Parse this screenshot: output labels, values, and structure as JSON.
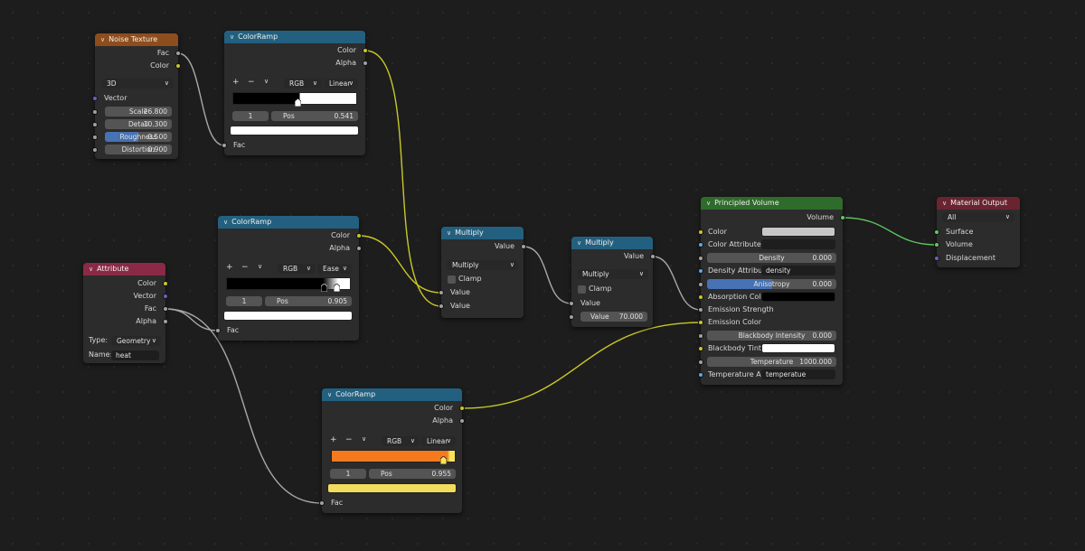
{
  "colors": {
    "background": "#1d1d1d",
    "wire_gray": "#a8a8a8",
    "wire_yellow": "#c7c729",
    "wire_green": "#5ec35e"
  },
  "noise": {
    "title": "Noise Texture",
    "out_fac": "Fac",
    "out_color": "Color",
    "dimension": "3D",
    "vector": "Vector",
    "scale_label": "Scale",
    "scale_value": "26.800",
    "detail_label": "Detail",
    "detail_value": "10.300",
    "roughness_label": "Roughness",
    "roughness_value": "0.500",
    "roughness_fill": 0.5,
    "distortion_label": "Distortion",
    "distortion_value": "0.900"
  },
  "ramp1": {
    "title": "ColorRamp",
    "out_color": "Color",
    "out_alpha": "Alpha",
    "plus": "+",
    "minus": "−",
    "chev": "∨",
    "color_mode": "RGB",
    "interp": "Linear",
    "stop_index": "1",
    "pos_label": "Pos",
    "pos_value": "0.541",
    "in_fac": "Fac"
  },
  "ramp2": {
    "title": "ColorRamp",
    "out_color": "Color",
    "out_alpha": "Alpha",
    "plus": "+",
    "minus": "−",
    "chev": "∨",
    "color_mode": "RGB",
    "interp": "Ease",
    "stop_index": "1",
    "pos_label": "Pos",
    "pos_value": "0.905",
    "in_fac": "Fac"
  },
  "ramp3": {
    "title": "ColorRamp",
    "out_color": "Color",
    "out_alpha": "Alpha",
    "plus": "+",
    "minus": "−",
    "chev": "∨",
    "color_mode": "RGB",
    "interp": "Linear",
    "stop_index": "1",
    "pos_label": "Pos",
    "pos_value": "0.955",
    "in_fac": "Fac"
  },
  "attr": {
    "title": "Attribute",
    "out_color": "Color",
    "out_vector": "Vector",
    "out_fac": "Fac",
    "out_alpha": "Alpha",
    "type_label": "Type:",
    "type_value": "Geometry",
    "name_label": "Name:",
    "name_value": "heat"
  },
  "mult1": {
    "title": "Multiply",
    "out_value": "Value",
    "operation": "Multiply",
    "clamp": "Clamp",
    "in1": "Value",
    "in2": "Value"
  },
  "mult2": {
    "title": "Multiply",
    "out_value": "Value",
    "operation": "Multiply",
    "clamp": "Clamp",
    "in1": "Value",
    "in2": "Value",
    "value_num": "70.000"
  },
  "volume": {
    "title": "Principled Volume",
    "out_volume": "Volume",
    "color": "Color",
    "color_attr": "Color Attribute",
    "density_label": "Density",
    "density_value": "0.000",
    "density_attr": "Density Attribute",
    "density_attr_value": "density",
    "aniso_label": "Anisotropy",
    "aniso_value": "0.000",
    "aniso_fill": 0.5,
    "absorption": "Absorption Color",
    "emission_strength": "Emission Strength",
    "emission_color": "Emission Color",
    "bb_intensity_label": "Blackbody Intensity",
    "bb_intensity_value": "0.000",
    "bb_tint": "Blackbody Tint",
    "temp_label": "Temperature",
    "temp_value": "1000.000",
    "temp_attr": "Temperature A...",
    "temp_attr_value": "temperatue"
  },
  "output": {
    "title": "Material Output",
    "target": "All",
    "surface": "Surface",
    "volume": "Volume",
    "displacement": "Displacement"
  }
}
